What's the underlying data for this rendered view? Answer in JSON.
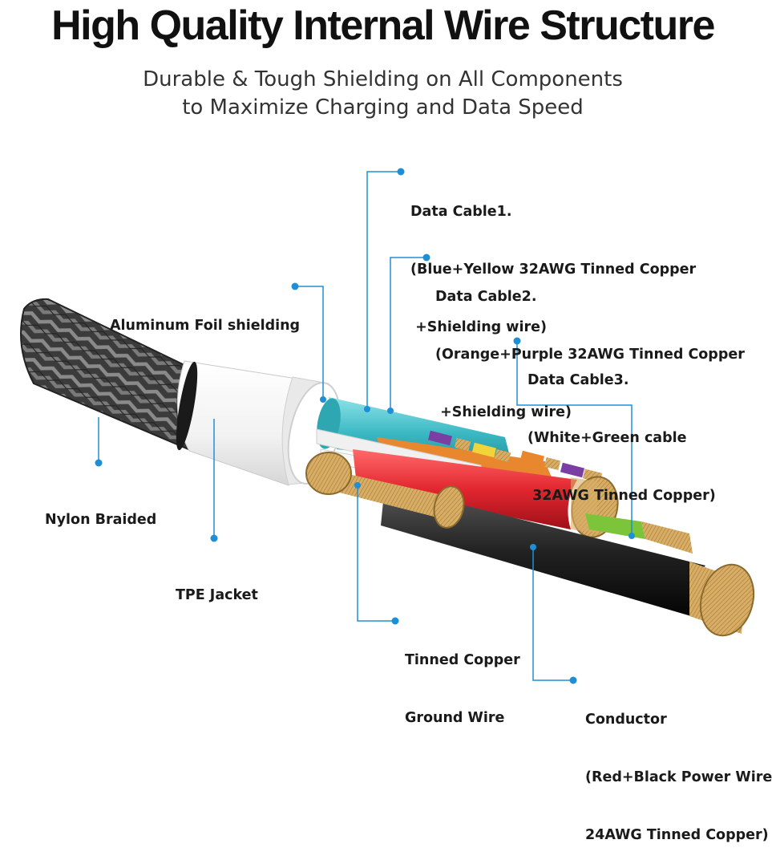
{
  "title": "High Quality Internal Wire Structure",
  "subtitle_line1": "Durable & Tough Shielding on All Components",
  "subtitle_line2": "to Maximize Charging and Data Speed",
  "labels": {
    "data_cable1": [
      "Data Cable1.",
      "(Blue+Yellow 32AWG Tinned Copper",
      " +Shielding wire)"
    ],
    "data_cable2": [
      "Data Cable2.",
      "(Orange+Purple 32AWG Tinned Copper",
      " +Shielding wire)"
    ],
    "data_cable3": [
      "Data Cable3.",
      "(White+Green cable",
      " 32AWG Tinned Copper)"
    ],
    "aluminum_foil": [
      "Aluminum Foil shielding"
    ],
    "nylon_braided": [
      "Nylon Braided"
    ],
    "tpe_jacket": [
      "TPE Jacket"
    ],
    "ground_wire": [
      "Tinned Copper",
      "Ground Wire"
    ],
    "conductor": [
      "Conductor",
      "(Red+Black Power Wire",
      "24AWG Tinned Copper)"
    ]
  },
  "colors": {
    "leader_line": "#1e8fd6",
    "braid": "#4a4a4a",
    "jacket": "#f4f4f4",
    "cyan_wire": "#3bb9c4",
    "red_wire": "#e2262f",
    "black_wire": "#222222",
    "copper": "#d9b06a",
    "orange": "#e9872e",
    "purple": "#7b3fa4",
    "green": "#7cc53b",
    "yellow": "#f1d33a",
    "blue": "#3b7fd0"
  }
}
